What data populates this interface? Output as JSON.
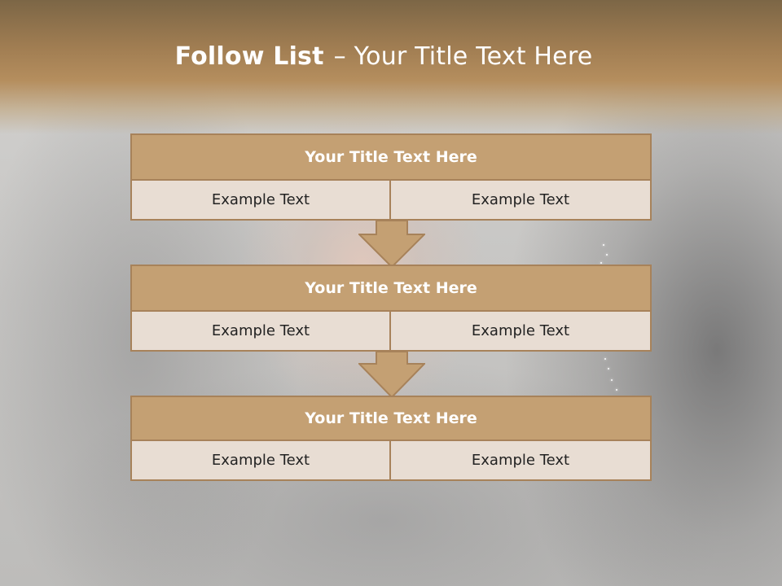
{
  "slide": {
    "title_bold": "Follow List",
    "title_rest": "– Your Title Text Here"
  },
  "colors": {
    "header_band": "#b58e5e",
    "box_title_fill": "#c4a073",
    "box_cell_fill": "#e8ddd3",
    "box_border": "#a7825a",
    "arrow_fill": "#c4a073"
  },
  "steps": [
    {
      "title": "Your Title Text Here",
      "left": "Example Text",
      "right": "Example Text"
    },
    {
      "title": "Your Title Text Here",
      "left": "Example Text",
      "right": "Example Text"
    },
    {
      "title": "Your Title Text Here",
      "left": "Example Text",
      "right": "Example Text"
    }
  ],
  "connectors": [
    "arrow-down-icon",
    "arrow-down-icon"
  ]
}
